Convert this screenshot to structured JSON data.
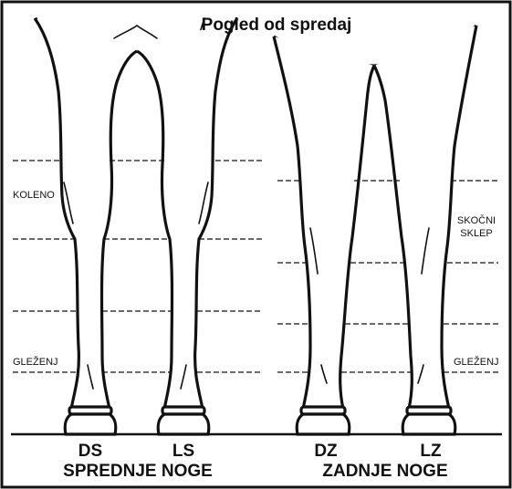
{
  "title": "Pogled od spredaj",
  "labels": {
    "koleno": "KOLENO",
    "glezenj_front": "GLEŽENJ",
    "skocni_line1": "SKOČNI",
    "skocni_line2": "SKLEP",
    "glezenj_hind": "GLEŽENJ"
  },
  "legs": {
    "ds": "DS",
    "ls": "LS",
    "dz": "DZ",
    "lz": "LZ"
  },
  "groups": {
    "front": "SPREDNJE NOGE",
    "hind": "ZADNJE NOGE"
  },
  "colors": {
    "ink": "#111111",
    "paper": "#ffffff"
  }
}
